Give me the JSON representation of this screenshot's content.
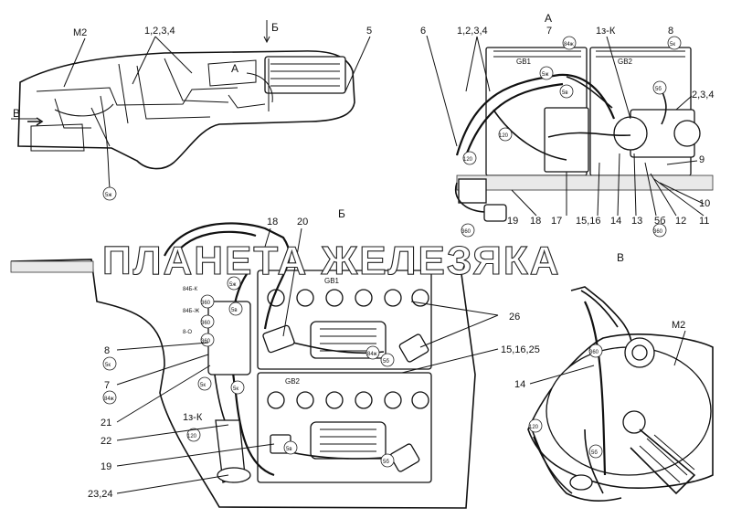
{
  "watermark": "ПЛАНЕТА ЖЕЛЕЗЯКА",
  "view_labels": {
    "a": "А",
    "b": "Б",
    "v": "В"
  },
  "callouts": {
    "m2_top": "М2",
    "c1234_top": "1,2,3,4",
    "c5": "5",
    "c6": "6",
    "c1234_right": "1,2,3,4",
    "c7_top": "7",
    "c13k_top": "1з-К",
    "c8_top": "8",
    "c234": "2,3,4",
    "c9": "9",
    "c10": "10",
    "c11": "11",
    "c12": "12",
    "c5b": "5б",
    "c13": "13",
    "c14_right": "14",
    "c1516": "15,16",
    "c18_right": "18",
    "c19_right": "19",
    "c17": "17",
    "c18_b": "18",
    "c20": "20",
    "c26": "26",
    "c151625": "15,16,25",
    "c8_b": "8",
    "c7_b": "7",
    "c21": "21",
    "c13k_b": "1з-К",
    "c22": "22",
    "c19_b": "19",
    "c2324": "23,24",
    "c14_v": "14",
    "m2_v": "М2"
  },
  "wire_tags": {
    "t84bk": "84Б-К",
    "t84bzh": "84Б-Ж",
    "t8o": "8-О",
    "t5zh": "5ж",
    "t84zh": "84ж",
    "t5b": "5б",
    "t5v": "5в",
    "t5k": "5к",
    "t120": "120",
    "t360": "360",
    "t8": "8"
  },
  "battery_labels": {
    "gb1": "GB1",
    "gb2": "GB2"
  }
}
